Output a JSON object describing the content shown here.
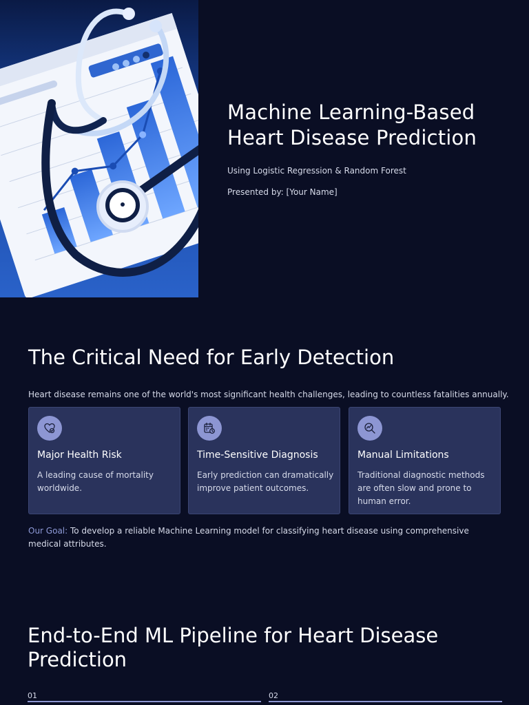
{
  "hero": {
    "title_line1": "Machine Learning-Based",
    "title_line2": "Heart Disease Prediction",
    "subtitle": "Using Logistic Regression & Random Forest",
    "presenter": "Presented by: [Your Name]",
    "image_icon": "stethoscope-chart-illustration"
  },
  "need": {
    "title": "The Critical Need for Early Detection",
    "intro": "Heart disease remains one of the world's most significant health challenges, leading to countless fatalities annually.",
    "cards": [
      {
        "icon": "heart-check-icon",
        "title": "Major Health Risk",
        "text": "A leading cause of mortality worldwide."
      },
      {
        "icon": "calendar-clock-icon",
        "title": "Time-Sensitive Diagnosis",
        "text": "Early prediction can dramatically improve patient outcomes."
      },
      {
        "icon": "search-chart-icon",
        "title": "Manual Limitations",
        "text": "Traditional diagnostic methods are often slow and prone to human error."
      }
    ],
    "goal_label": "Our Goal:",
    "goal_text": " To develop a reliable Machine Learning model for classifying heart disease using comprehensive medical attributes."
  },
  "pipeline": {
    "title": "End-to-End ML Pipeline for Heart Disease Prediction",
    "steps": [
      {
        "number": "01"
      },
      {
        "number": "02"
      }
    ]
  },
  "colors": {
    "background": "#0a0e24",
    "card": "#2a335c",
    "accent": "#8d96d3",
    "goal_label": "#8f9bd8"
  }
}
